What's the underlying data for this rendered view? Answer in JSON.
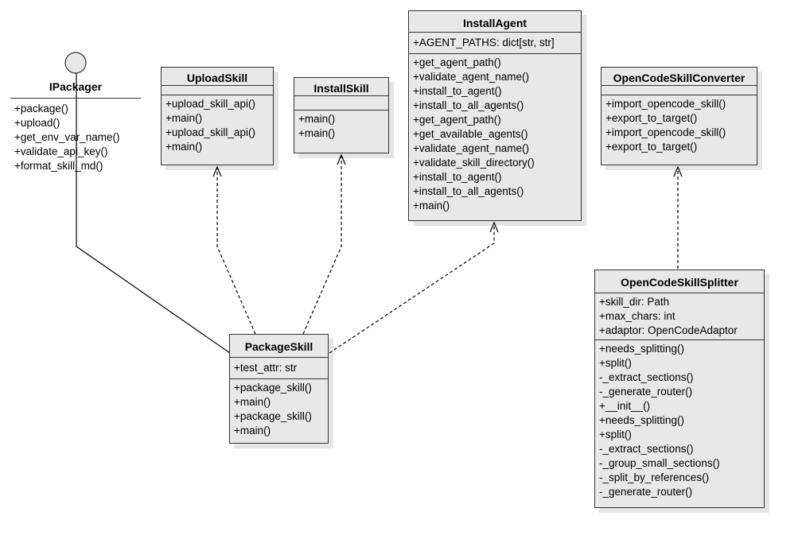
{
  "interface": {
    "name": "IPackager",
    "operations": [
      "+package()",
      "+upload()",
      "+get_env_var_name()",
      "+validate_api_key()",
      "+format_skill_md()"
    ]
  },
  "classes": {
    "upload_skill": {
      "name": "UploadSkill",
      "attributes": [],
      "operations": [
        "+upload_skill_api()",
        "+main()",
        "+upload_skill_api()",
        "+main()"
      ]
    },
    "install_skill": {
      "name": "InstallSkill",
      "attributes": [],
      "operations": [
        "+main()",
        "+main()"
      ]
    },
    "install_agent": {
      "name": "InstallAgent",
      "attributes": [
        "+AGENT_PATHS: dict[str, str]"
      ],
      "operations": [
        "+get_agent_path()",
        "+validate_agent_name()",
        "+install_to_agent()",
        "+install_to_all_agents()",
        "+get_agent_path()",
        "+get_available_agents()",
        "+validate_agent_name()",
        "+validate_skill_directory()",
        "+install_to_agent()",
        "+install_to_all_agents()",
        "+main()"
      ]
    },
    "opencode_converter": {
      "name": "OpenCodeSkillConverter",
      "attributes": [],
      "operations": [
        "+import_opencode_skill()",
        "+export_to_target()",
        "+import_opencode_skill()",
        "+export_to_target()"
      ]
    },
    "package_skill": {
      "name": "PackageSkill",
      "attributes": [
        "+test_attr: str"
      ],
      "operations": [
        "+package_skill()",
        "+main()",
        "+package_skill()",
        "+main()"
      ]
    },
    "opencode_splitter": {
      "name": "OpenCodeSkillSplitter",
      "attributes": [
        "+skill_dir: Path",
        "+max_chars: int",
        "+adaptor: OpenCodeAdaptor"
      ],
      "operations": [
        "+needs_splitting()",
        "+split()",
        "-_extract_sections()",
        "-_generate_router()",
        "+__init__()",
        "+needs_splitting()",
        "+split()",
        "-_extract_sections()",
        "-_group_small_sections()",
        "-_split_by_references()",
        "-_generate_router()"
      ]
    }
  },
  "relations": [
    {
      "from": "PackageSkill",
      "to": "IPackager",
      "type": "realization"
    },
    {
      "from": "PackageSkill",
      "to": "UploadSkill",
      "type": "dependency"
    },
    {
      "from": "PackageSkill",
      "to": "InstallSkill",
      "type": "dependency"
    },
    {
      "from": "PackageSkill",
      "to": "InstallAgent",
      "type": "dependency"
    },
    {
      "from": "OpenCodeSkillSplitter",
      "to": "OpenCodeSkillConverter",
      "type": "dependency"
    }
  ]
}
